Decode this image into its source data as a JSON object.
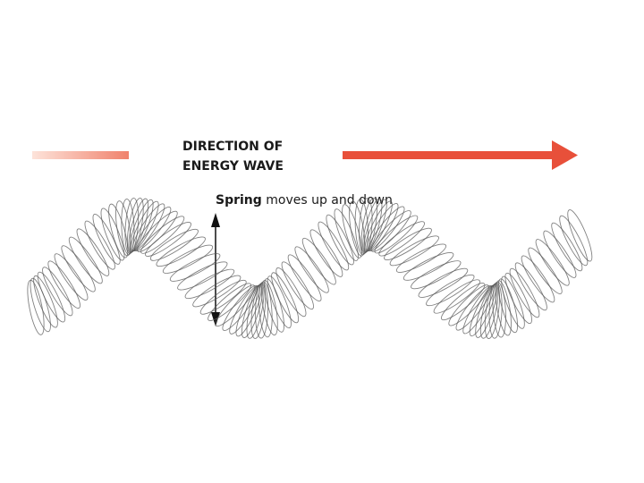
{
  "diagram": {
    "direction_label_line1": "DIRECTION OF",
    "direction_label_line2": "ENERGY WAVE",
    "spring_label_bold": "Spring",
    "spring_label_rest": " moves up and down",
    "colors": {
      "arrow": "#e8503a",
      "arrow_fade_start": "#fbd6cc",
      "spring": "#555555",
      "text": "#1a1a1a"
    }
  }
}
